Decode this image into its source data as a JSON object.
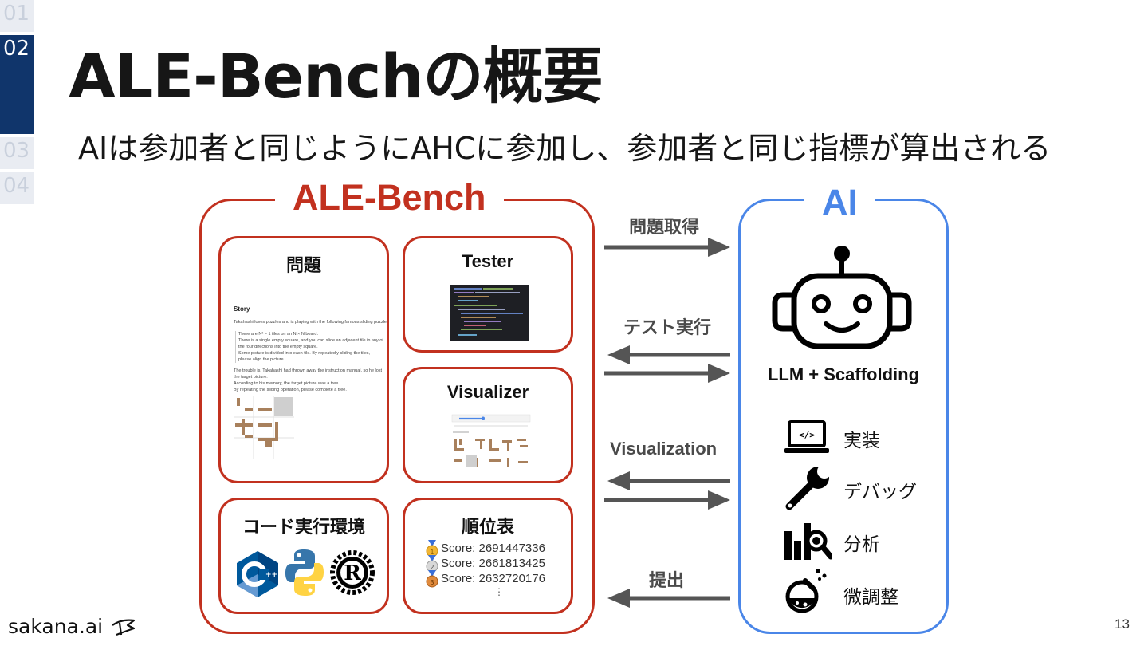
{
  "nav": {
    "sections": [
      "01",
      "02",
      "03",
      "04"
    ],
    "active": "02"
  },
  "slide": {
    "title": "ALE-Benchの概要",
    "subtitle": "AIは参加者と同じようにAHCに参加し、参加者と同じ指標が算出される",
    "page_number": "13",
    "logo_text": "sakana.ai"
  },
  "colors": {
    "nav_active": "#10356b",
    "bench_red": "#c2311f",
    "ai_blue": "#4a86e8",
    "arrow_gray": "#555555"
  },
  "bench": {
    "label": "ALE-Bench",
    "cards": {
      "problem": {
        "title": "問題",
        "story_heading": "Story",
        "story_lines": [
          "Takahashi loves puzzles and is playing with the following famous sliding puzzle.",
          "There are N² − 1 tiles on an N × N board.",
          "There is a single empty square, and you can slide an adjacent tile in any of",
          "the four directions into the empty square.",
          "Some picture is divided into each tile. By repeatedly sliding the tiles,",
          "please align the picture.",
          "The trouble is, Takahashi had thrown away the instruction manual, so he lost",
          "the target picture.",
          "According to his memory, the target picture was a tree.",
          "By repeating the sliding operation, please complete a tree."
        ]
      },
      "tester": {
        "title": "Tester"
      },
      "visualizer": {
        "title": "Visualizer"
      },
      "code_env": {
        "title": "コード実行環境",
        "icons": [
          "cpp-logo-icon",
          "python-logo-icon",
          "rust-logo-icon"
        ]
      },
      "leaderboard": {
        "title": "順位表",
        "scores": [
          "Score: 2691447336",
          "Score: 2661813425",
          "Score: 2632720176"
        ],
        "medals": [
          "gold-medal-icon",
          "silver-medal-icon",
          "bronze-medal-icon"
        ],
        "more": "⋮"
      }
    }
  },
  "arrows": {
    "fetch_problem": "問題取得",
    "run_test": "テスト実行",
    "visualization": "Visualization",
    "submit": "提出"
  },
  "ai": {
    "label": "AI",
    "agent_label": "LLM + Scaffolding",
    "tools": [
      {
        "label": "実装",
        "icon": "laptop-code-icon"
      },
      {
        "label": "デバッグ",
        "icon": "wrench-icon"
      },
      {
        "label": "分析",
        "icon": "chart-magnifier-icon"
      },
      {
        "label": "微調整",
        "icon": "flask-icon"
      }
    ]
  }
}
